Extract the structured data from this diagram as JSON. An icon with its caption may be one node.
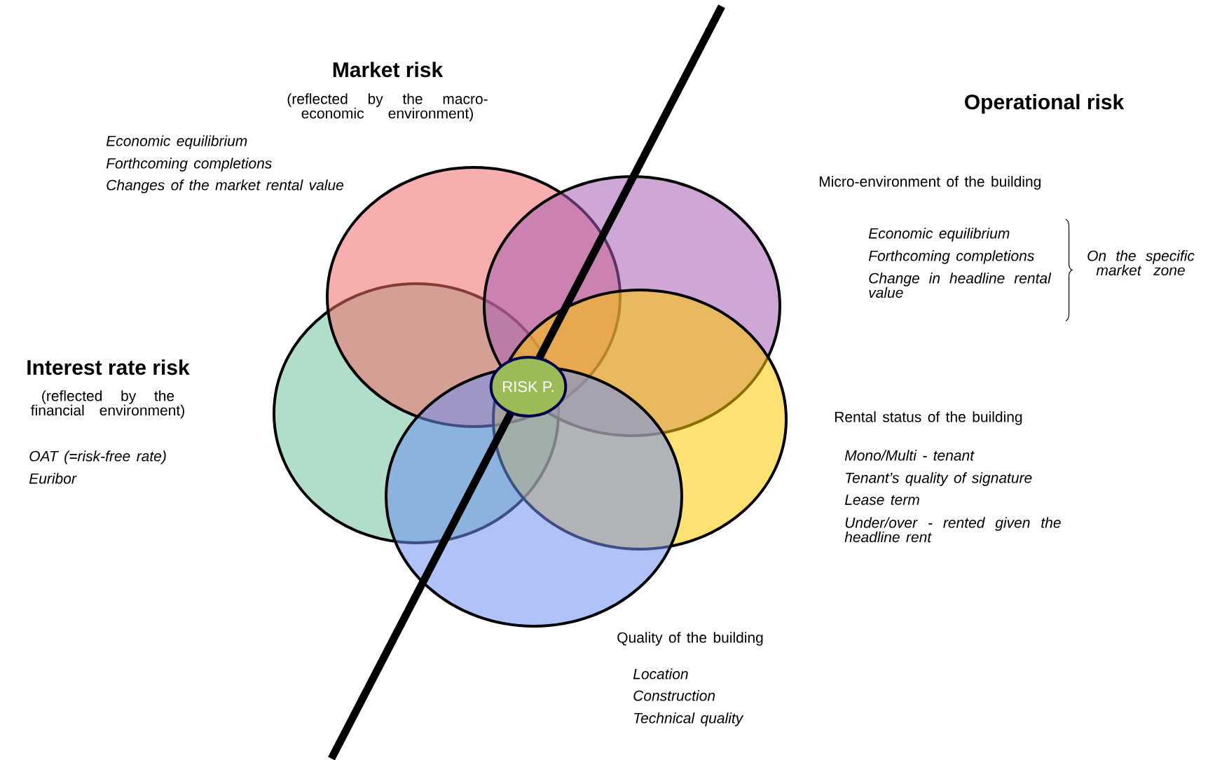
{
  "diagram": {
    "nodes": [
      {
        "text": [],
        "shape": "ellipse"
      },
      {
        "text": [],
        "shape": "ellipse"
      },
      {
        "text": [],
        "shape": "ellipse"
      },
      {
        "text": [],
        "shape": "ellipse"
      },
      {
        "text": [],
        "shape": "ellipse"
      },
      {
        "text": [
          "RISK P."
        ]
      }
    ],
    "labels": [
      "Market risk",
      "(reflected by the macro-economic environment)",
      "Economic equilibrium",
      "Forthcoming completions",
      "Changes of the market rental value",
      "Operational risk",
      "Micro-environment of the building",
      "Economic equilibrium",
      "Forthcoming completions",
      "Change in headline rental value",
      "On the specific market zone",
      "Interest rate risk",
      "(reflected by the financial environment)",
      "OAT (=risk-free rate)",
      "Euribor",
      "Rental status of the building",
      "Mono/Multi - tenant",
      "Tenant’s quality of signature",
      "Lease term",
      "Under/over - rented given the headline rent",
      "Quality of the building",
      "Location",
      "Construction",
      "Technical quality"
    ]
  }
}
